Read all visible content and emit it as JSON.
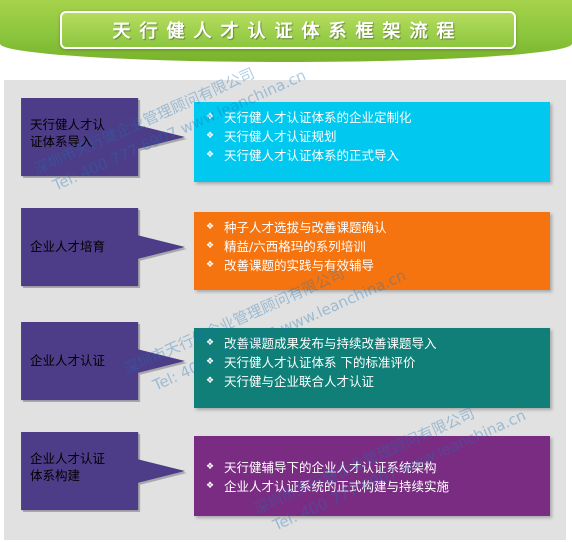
{
  "title": "天行健人才认证体系框架流程",
  "steps": [
    {
      "label_lines": [
        "天行健人才认",
        "证体系导入"
      ],
      "color": "#00c8ee",
      "items": [
        "天行健人才认证体系的企业定制化",
        "天行健人才认证规划",
        "天行健人才认证体系的正式导入"
      ]
    },
    {
      "label_lines": [
        "企业人才培育"
      ],
      "color": "#f5740f",
      "items": [
        "种子人才选拔与改善课题确认",
        "精益/六西格玛的系列培训",
        "改善课题的实践与有效辅导"
      ]
    },
    {
      "label_lines": [
        "企业人才认证"
      ],
      "color": "#0f7f78",
      "items": [
        "改善课题成果发布与持续改善课题导入",
        "天行健人才认证体系 下的标准评价",
        "天行健与企业联合人才认证"
      ]
    },
    {
      "label_lines": [
        "企业人才认证",
        "体系构建"
      ],
      "color": "#7a2c82",
      "items": [
        "天行健辅导下的企业人才认证系统架构",
        "企业人才认证系统的正式构建与持续实施"
      ]
    }
  ],
  "bullet_glyph": "❖",
  "arrow_color": "#4d3c88",
  "watermarks": [
    {
      "text": "深圳市天行健企业管理顾问有限公司"
    },
    {
      "text": "Tel: 400 777 6907 www.leanchina.cn"
    },
    {
      "text": "深圳市天行健企业管理顾问有限公司"
    },
    {
      "text": "Tel: 400 777 6907 www.leanchina.cn"
    },
    {
      "text": "深圳市天行健企业管理顾问有限公司"
    },
    {
      "text": "Tel: 400 777 6907 www.leanchina.cn"
    }
  ]
}
